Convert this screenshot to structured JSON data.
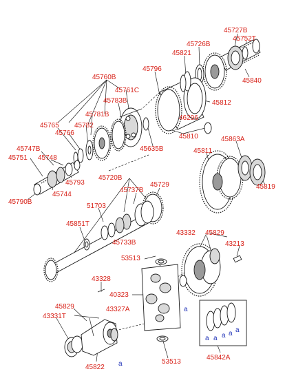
{
  "diagram": {
    "labels": {
      "l45727B": "45727B",
      "l45752T": "45752T",
      "l45726B": "45726B",
      "l45821": "45821",
      "l45796": "45796",
      "l45840": "45840",
      "l45760B": "45760B",
      "l45761C": "45761C",
      "l45783B": "45783B",
      "l45781B": "45781B",
      "l45782": "45782",
      "l45765": "45765",
      "l45766": "45766",
      "l45812": "45812",
      "l46296": "46296",
      "l45810": "45810",
      "l45635B": "45635B",
      "l45747B": "45747B",
      "l45751": "45751",
      "l45748": "45748",
      "l45793": "45793",
      "l45744": "45744",
      "l45790B": "45790B",
      "l45863A": "45863A",
      "l45811": "45811",
      "l45819": "45819",
      "l45720B": "45720B",
      "l45737B": "45737B",
      "l45729": "45729",
      "l51703": "51703",
      "l45851T": "45851T",
      "l45733B": "45733B",
      "l43332": "43332",
      "l45829a": "45829",
      "l43213": "43213",
      "l53513a": "53513",
      "l43328": "43328",
      "l40323": "40323",
      "l45829b": "45829",
      "l43327A": "43327A",
      "l43331T": "43331T",
      "l45822": "45822",
      "l53513b": "53513",
      "l45842A": "45842A"
    },
    "reference_marks": {
      "m1": "a",
      "m2": "a",
      "m3": "a",
      "m4": "a",
      "m5": "a",
      "m6": "a",
      "m7": "a"
    }
  }
}
